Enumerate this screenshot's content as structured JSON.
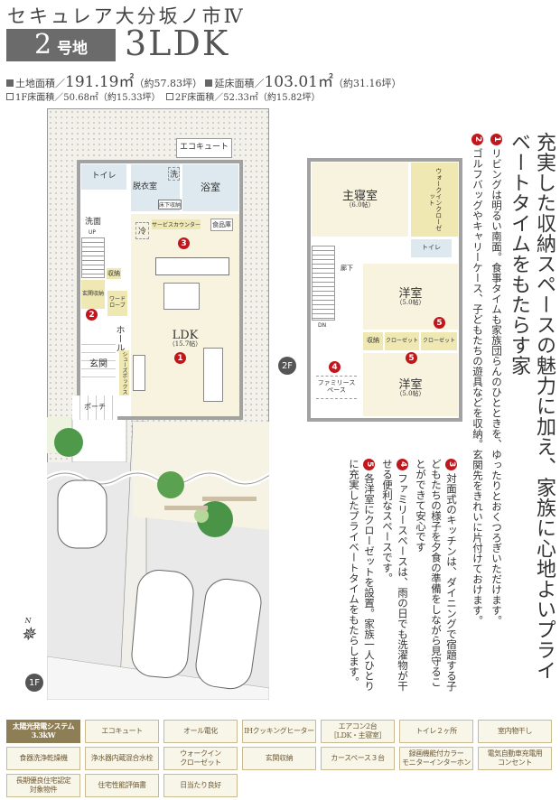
{
  "header": {
    "title": "セキュレア大分坂ノ市Ⅳ",
    "lot_number": "2",
    "lot_label": "号地",
    "layout": "3LDK",
    "land_area_label": "土地面積／",
    "land_area": "191.19㎡",
    "land_area_tsubo": "（約57.83坪）",
    "floor_area_label": "延床面積／",
    "floor_area": "103.01㎡",
    "floor_area_tsubo": "（約31.16坪）",
    "floor1_area": "1F床面積／50.68㎡（約15.33坪）",
    "floor2_area": "2F床面積／52.33㎡（約15.82坪）"
  },
  "floor1": {
    "badge": "1F",
    "compass": "N",
    "rooms": {
      "ecocute": "エコキュート",
      "toilet": "トイレ",
      "wash_machine": "洗",
      "dressing": "脱衣室",
      "underfloor": "床下収納",
      "bath": "浴室",
      "washroom": "洗面",
      "up": "UP",
      "fridge": "冷",
      "service_counter": "サービスカウンター",
      "pantry": "食品庫",
      "storage": "収納",
      "entrance_storage": "玄関収納",
      "wardrobe": "ワードローブ",
      "hall": "ホール",
      "ldk": "LDK",
      "ldk_size": "（15.7帖）",
      "entrance": "玄関",
      "shoebox": "シューズボックス",
      "porch": "ポーチ"
    }
  },
  "floor2": {
    "badge": "2F",
    "rooms": {
      "master": "主寝室",
      "master_size": "（6.0帖）",
      "wic": "ウォークインクローゼット",
      "toilet": "トイレ",
      "corridor": "廊下",
      "dn": "DN",
      "western1": "洋室",
      "western1_size": "（5.0帖）",
      "storage": "収納",
      "closet1": "クローゼット",
      "closet2": "クローゼット",
      "western2": "洋室",
      "western2_size": "（5.0帖）",
      "family_space": "ファミリースペース"
    }
  },
  "copy": {
    "headline": "充実した収納スペースの魅力に加え、家族に心地よいプライベートタイムをもたらす家",
    "points": [
      {
        "num": "1",
        "text": "リビングは明るい南面。食事タイムも家族団らんのひとときを、ゆったりとおくつろぎいただけます。"
      },
      {
        "num": "2",
        "text": "ゴルフバッグやキャリーケース、子どもたちの遊具などを収納。玄関先をきれいに片付けておけます。"
      },
      {
        "num": "3",
        "text": "対面式のキッチンは、ダイニングで宿題する子どもたちの様子を夕食の準備をしながら見守ることができて安心です"
      },
      {
        "num": "4",
        "text": "ファミリースペースは、雨の日でも洗濯物が干せる便利なスペースです。"
      },
      {
        "num": "5",
        "text": "各洋室にクローゼットを設置。家族一人ひとりに充実したプライベートタイムをもたらします。"
      }
    ]
  },
  "features": [
    {
      "label": "太陽光発電システム\n3.3kW",
      "highlight": true
    },
    {
      "label": "エコキュート"
    },
    {
      "label": "オール電化"
    },
    {
      "label": "IHクッキングヒーター"
    },
    {
      "label": "エアコン2台\n［LDK・主寝室］"
    },
    {
      "label": "トイレ２ヶ所"
    },
    {
      "label": "室内物干し"
    },
    {
      "label": "食器洗浄乾燥機"
    },
    {
      "label": "浄水器内蔵混合水栓"
    },
    {
      "label": "ウォークイン\nクローゼット"
    },
    {
      "label": "玄関収納"
    },
    {
      "label": "カースペース３台"
    },
    {
      "label": "録画機能付カラー\nモニターインターホン"
    },
    {
      "label": "電気自動車充電用\nコンセント"
    },
    {
      "label": "長期優良住宅認定\n対象物件"
    },
    {
      "label": "住宅性能評価書"
    },
    {
      "label": "日当たり良好"
    }
  ],
  "colors": {
    "accent_red": "#c0161c",
    "feature_highlight": "#8e7e55",
    "lot_box": "#6b6b6b"
  }
}
